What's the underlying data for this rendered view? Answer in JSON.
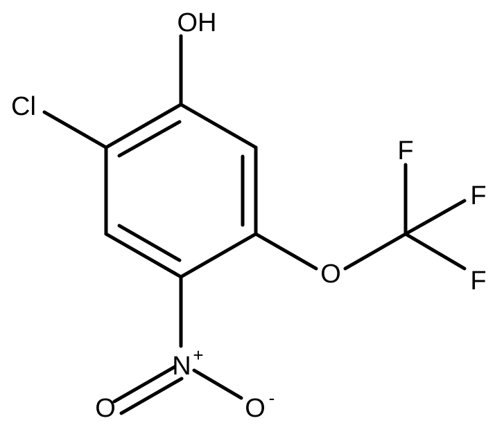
{
  "molecule": {
    "atoms": {
      "oh": "OH",
      "cl": "Cl",
      "o_ether": "O",
      "f1": "F",
      "f2": "F",
      "f3": "F",
      "n": "N",
      "n_charge": "+",
      "o_double": "O",
      "o_minus": "O",
      "o_charge": "-"
    }
  }
}
